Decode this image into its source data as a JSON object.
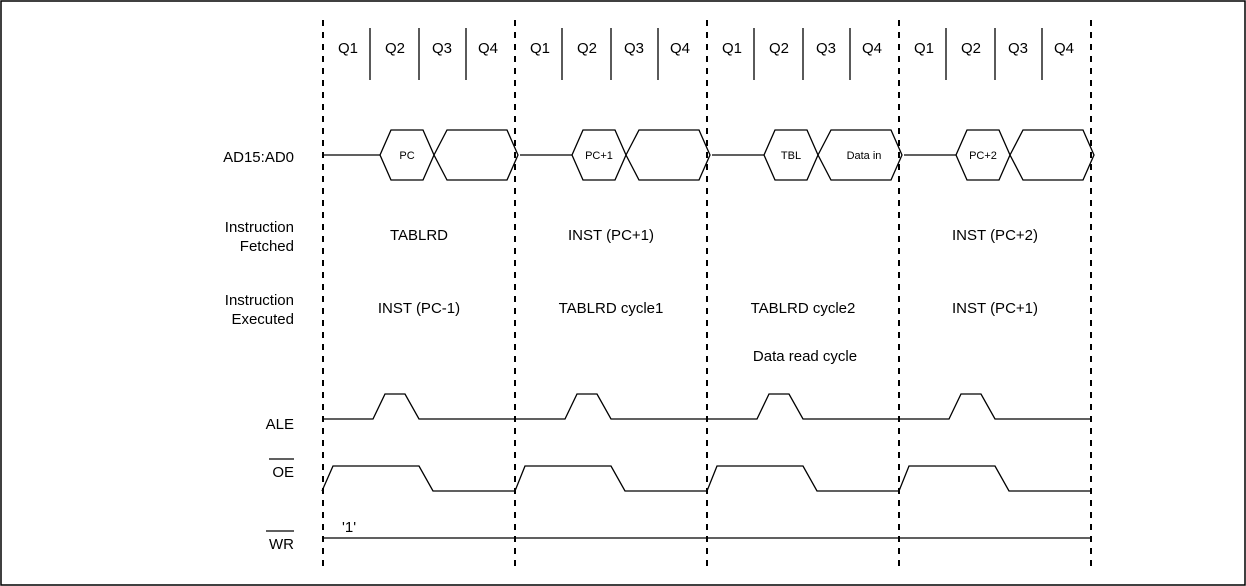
{
  "quarter_labels": [
    "Q1",
    "Q2",
    "Q3",
    "Q4"
  ],
  "signals": {
    "address_bus": "AD15:AD0",
    "instruction_fetched": [
      "Instruction",
      "Fetched"
    ],
    "instruction_executed": [
      "Instruction",
      "Executed"
    ],
    "ale": "ALE",
    "oe": "OE",
    "wr": "WR"
  },
  "address_bus_values": [
    {
      "short": "PC",
      "long": ""
    },
    {
      "short": "PC+1",
      "long": ""
    },
    {
      "short": "TBL",
      "long": "Data in"
    },
    {
      "short": "PC+2",
      "long": ""
    }
  ],
  "instruction_fetched": [
    "TABLRD",
    "INST (PC+1)",
    "",
    "INST (PC+2)"
  ],
  "instruction_executed": [
    "INST (PC-1)",
    "TABLRD cycle1",
    "TABLRD cycle2",
    "INST (PC+1)"
  ],
  "data_read_cycle_label": "Data read cycle",
  "wr_level_label": "'1'",
  "overlined_signals": [
    "OE",
    "WR"
  ]
}
